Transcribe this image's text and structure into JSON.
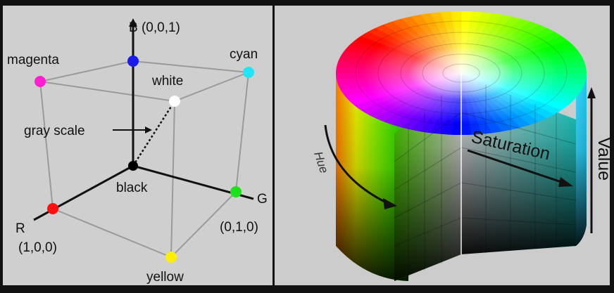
{
  "rgb_cube": {
    "axis_b": "B (0,0,1)",
    "axis_r": "R",
    "axis_r_coords": "(1,0,0)",
    "axis_g": "G",
    "axis_g_coords": "(0,1,0)",
    "corners": {
      "magenta": "magenta",
      "cyan": "cyan",
      "white": "white",
      "black": "black",
      "yellow": "yellow"
    },
    "gray_scale": "gray scale",
    "colors": {
      "blue": "#1a1aee",
      "magenta": "#ff1fd0",
      "cyan": "#22e4f4",
      "white": "#ffffff",
      "black": "#000000",
      "red": "#ff1010",
      "green": "#1ee11e",
      "yellow": "#ffee00",
      "background": "#cfcfcf"
    }
  },
  "hsv_cylinder": {
    "hue": "Hue",
    "saturation": "Saturation",
    "value": "Value",
    "background": "#cccccc"
  }
}
